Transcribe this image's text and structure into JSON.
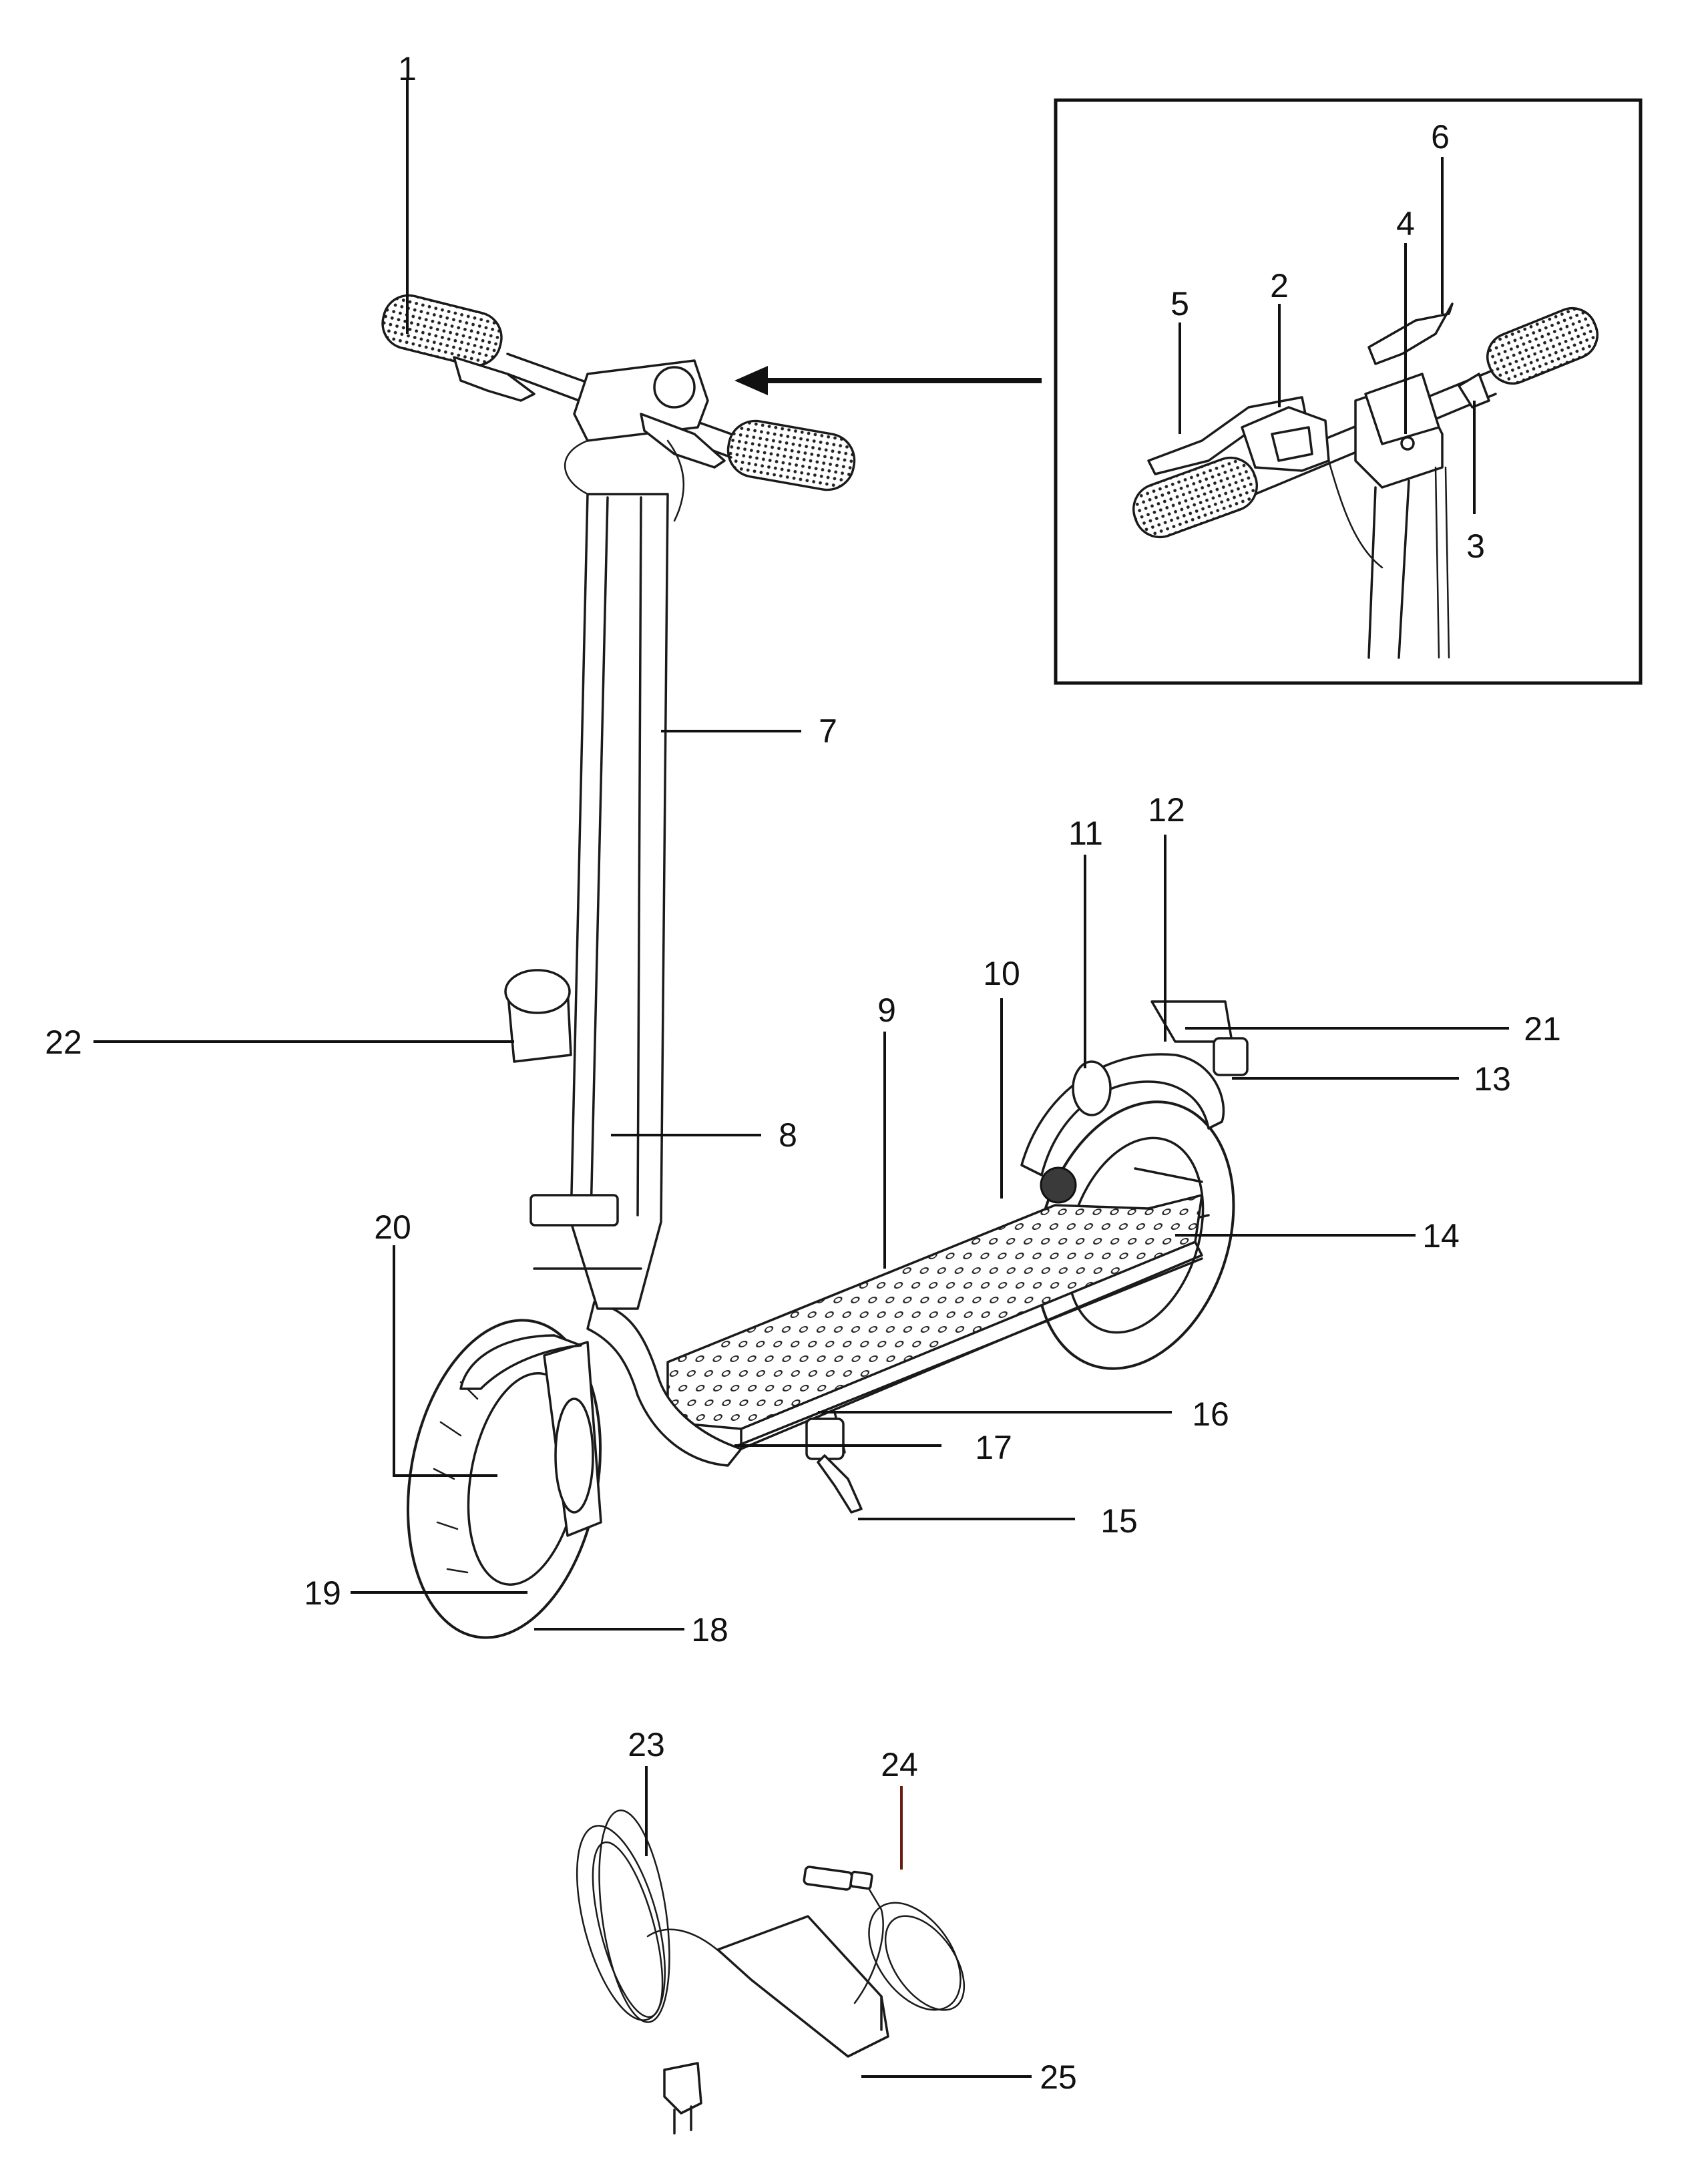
{
  "callouts": [
    {
      "n": "1"
    },
    {
      "n": "2"
    },
    {
      "n": "3"
    },
    {
      "n": "4"
    },
    {
      "n": "5"
    },
    {
      "n": "6"
    },
    {
      "n": "7"
    },
    {
      "n": "8"
    },
    {
      "n": "9"
    },
    {
      "n": "10"
    },
    {
      "n": "11"
    },
    {
      "n": "12"
    },
    {
      "n": "13"
    },
    {
      "n": "14"
    },
    {
      "n": "15"
    },
    {
      "n": "16"
    },
    {
      "n": "17"
    },
    {
      "n": "18"
    },
    {
      "n": "19"
    },
    {
      "n": "20"
    },
    {
      "n": "21"
    },
    {
      "n": "22"
    },
    {
      "n": "23"
    },
    {
      "n": "24"
    },
    {
      "n": "25"
    }
  ]
}
